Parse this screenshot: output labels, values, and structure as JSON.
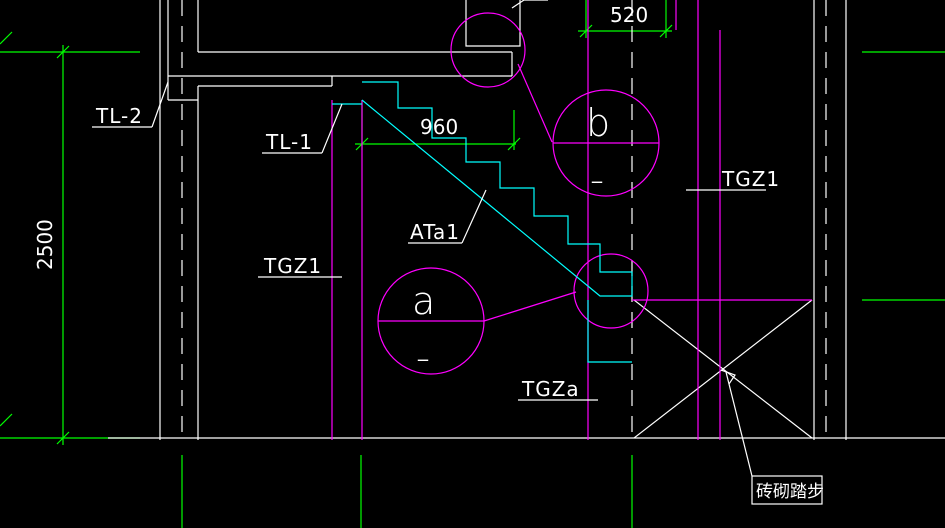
{
  "drawing": {
    "labels": {
      "tl2": "TL-2",
      "tl1": "TL-1",
      "ata1": "ATa1",
      "tgz1_left": "TGZ1",
      "tgz1_right": "TGZ1",
      "tgza": "TGZa",
      "dim_960": "960",
      "dim_520": "520",
      "dim_2500": "2500",
      "detail_b_letter": "b",
      "detail_b_dash": "_",
      "detail_a_letter": "a",
      "detail_a_dash": "_",
      "brick_steps": "砖砌踏步"
    },
    "colors": {
      "background": "#000000",
      "outline": "#ffffff",
      "dimension": "#00ff00",
      "column": "#ff00ff",
      "stair": "#00ffff",
      "dashed": "#ffffff",
      "text": "#ffffff"
    }
  }
}
